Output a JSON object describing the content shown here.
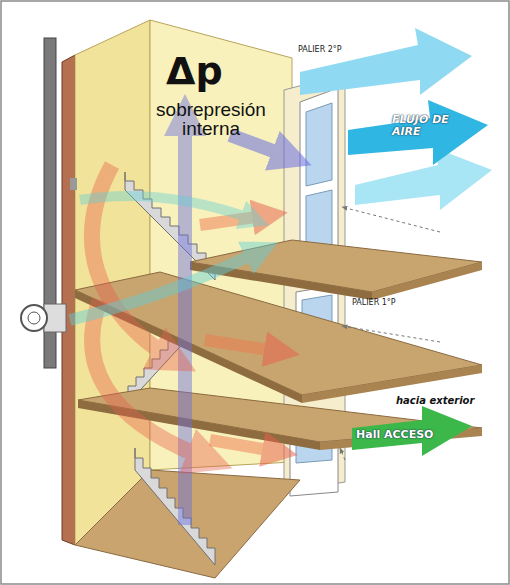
{
  "diagram": {
    "nodes": [
      {
        "text": [
          "FLUJO DE AIRE"
        ]
      },
      {
        "text": [
          "hacia exterior",
          "Hall ACCESO"
        ]
      }
    ],
    "labels": [
      "Δp",
      "sobrepresión interna",
      "PALIER 2°P",
      "PALIER 1°P"
    ]
  }
}
